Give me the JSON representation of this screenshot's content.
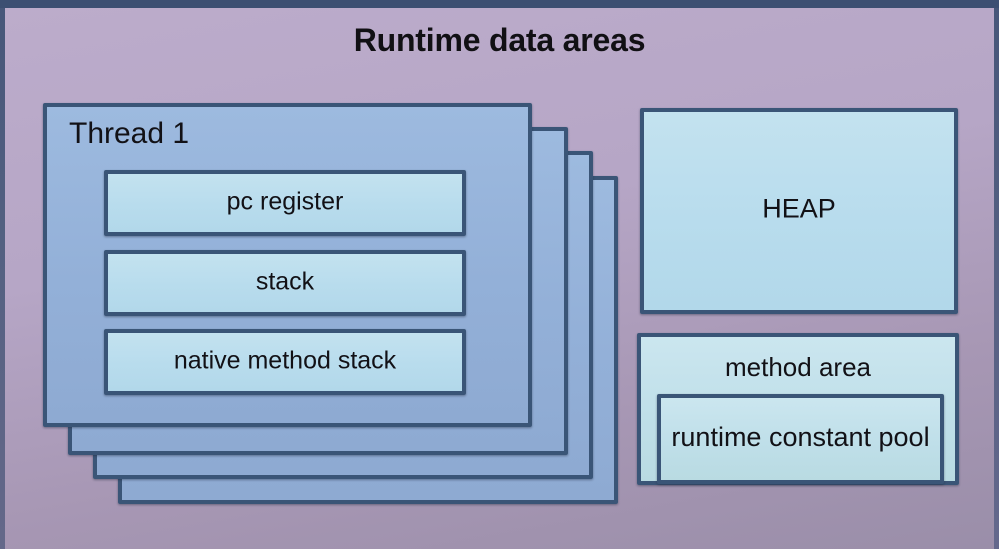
{
  "diagram": {
    "title": "Runtime data areas",
    "thread": {
      "label": "Thread 1",
      "regions": [
        {
          "label": "pc register"
        },
        {
          "label": "stack"
        },
        {
          "label": "native method stack"
        }
      ],
      "stacked_layers": 3
    },
    "heap": {
      "label": "HEAP"
    },
    "method_area": {
      "label": "method area",
      "runtime_constant_pool": {
        "label": "runtime constant pool"
      }
    }
  },
  "colors": {
    "background_top": "#bcaccb",
    "background_bottom": "#9a8ea9",
    "box_border": "#3a5577",
    "thread_card_fill": "#93b0d8",
    "slab_fill": "#b8dced",
    "heap_fill": "#b5dcea",
    "method_area_fill": "#bfdfe9",
    "title_text": "#111014",
    "frame_edge": "#3c4f72"
  }
}
